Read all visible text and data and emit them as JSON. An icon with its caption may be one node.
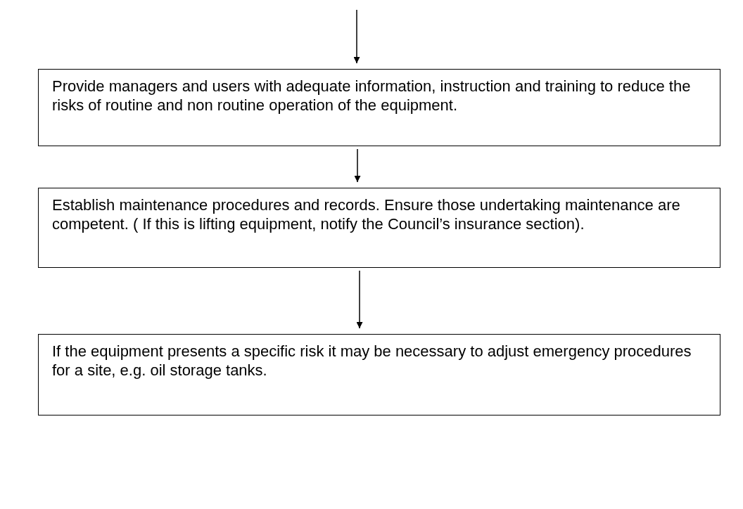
{
  "diagram": {
    "nodes": [
      {
        "text": [
          "Provide managers and users with adequate information, instruction and training to reduce the risks of routine and non routine operation of the equipment."
        ]
      },
      {
        "text": [
          "Establish maintenance procedures and records. Ensure those undertaking maintenance are competent. ( If this is lifting equipment, notify the Council’s insurance section)."
        ]
      },
      {
        "text": [
          "If the equipment presents a specific risk it may be necessary to adjust emergency procedures for a site, e.g. oil storage tanks."
        ]
      }
    ],
    "edges": [
      {
        "from": null,
        "to": 0,
        "arrow": "to"
      },
      {
        "from": 0,
        "to": 1,
        "arrow": "to"
      },
      {
        "from": 1,
        "to": 2,
        "arrow": "to"
      }
    ]
  }
}
